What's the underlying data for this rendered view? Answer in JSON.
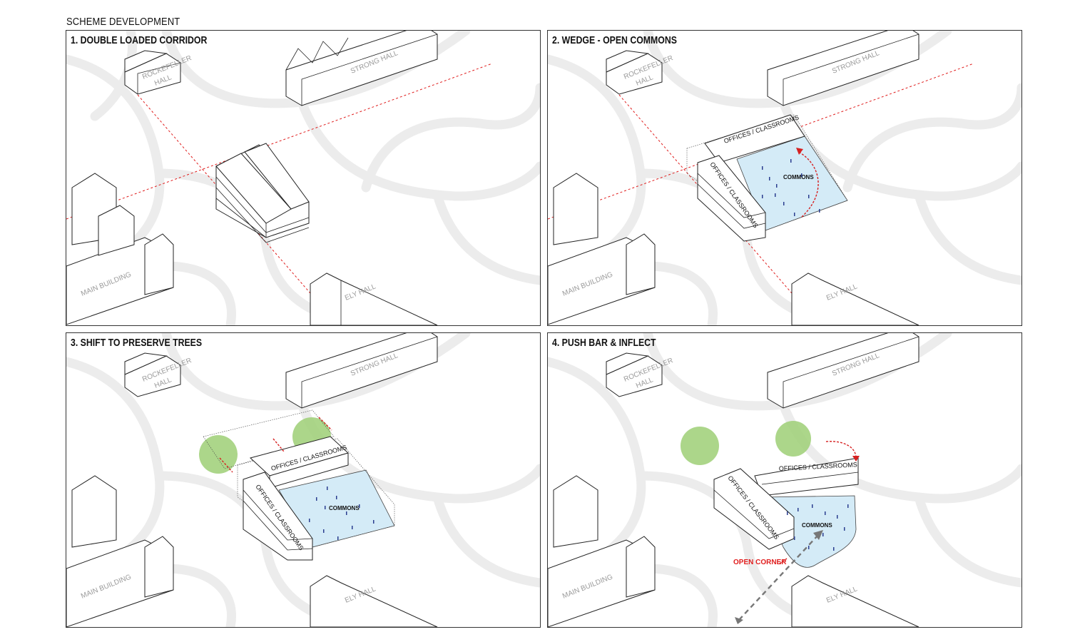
{
  "page_title": "SCHEME DEVELOPMENT",
  "panels": [
    {
      "title": "1. DOUBLE LOADED CORRIDOR"
    },
    {
      "title": "2. WEDGE - OPEN COMMONS"
    },
    {
      "title": "3. SHIFT TO PRESERVE TREES"
    },
    {
      "title": "4. PUSH BAR & INFLECT"
    }
  ],
  "labels": {
    "rockefeller": [
      "ROCKEFELLER",
      "HALL"
    ],
    "strong": "STRONG HALL",
    "main": "MAIN BUILDING",
    "ely": "ELY HALL",
    "offices": "OFFICES / CLASSROOMS",
    "commons": "COMMONS",
    "open_corner": "OPEN CORNER"
  },
  "colors": {
    "axis_red": "#e01e1e",
    "water_blue": "#d4ebf7",
    "tree_green": "#a3d17d",
    "background_roots": "#ececec",
    "hall_label_grey": "#9a9a9a"
  }
}
